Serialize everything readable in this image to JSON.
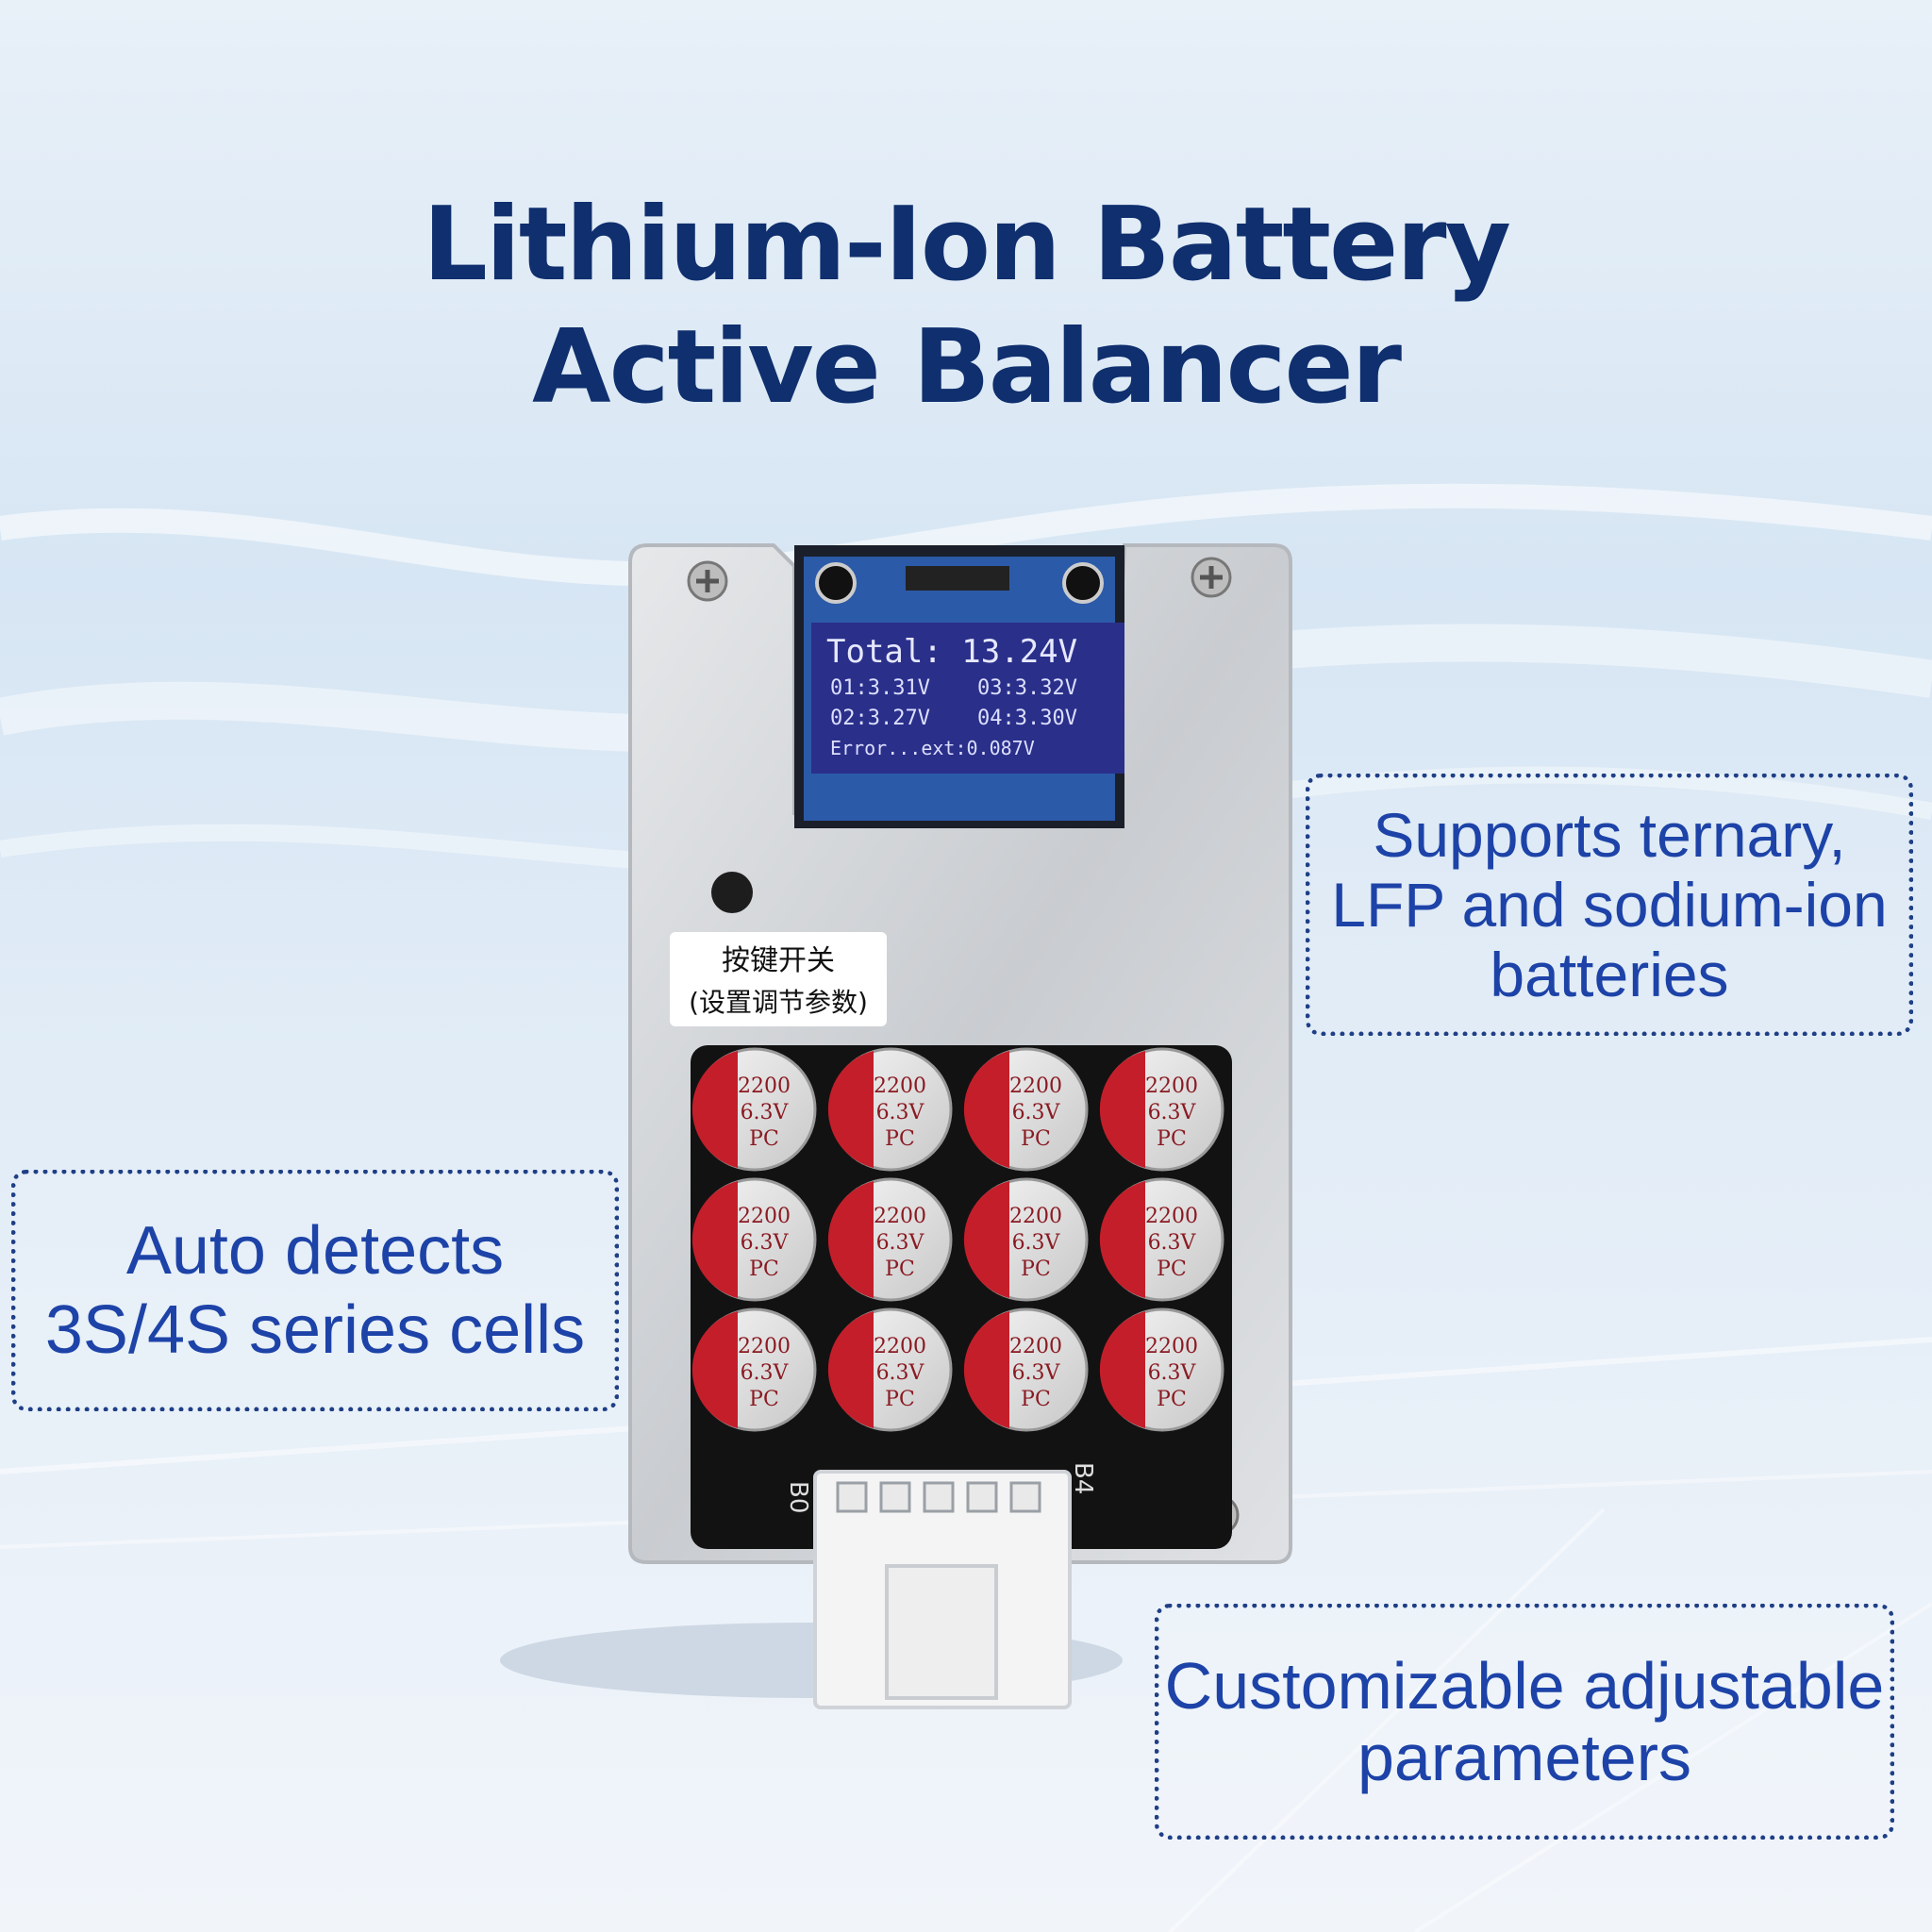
{
  "title": {
    "line1": "Lithium-Ion Battery",
    "line2": "Active Balancer"
  },
  "callouts": {
    "chemistry": [
      "Supports ternary,",
      "LFP and sodium-ion",
      "batteries"
    ],
    "detection": [
      "Auto detects",
      "3S/4S series cells"
    ],
    "parameters": [
      "Customizable adjustable",
      "parameters"
    ]
  },
  "display": {
    "total": "Total: 13.24V",
    "row1_left": "01:3.31V",
    "row1_right": "03:3.32V",
    "row2_left": "02:3.27V",
    "row2_right": "04:3.30V",
    "row3": "Error...ext:0.087V"
  },
  "device_label": {
    "line1": "按键开关",
    "line2": "(设置调节参数)"
  },
  "capacitor": {
    "value": "2200",
    "voltage": "6.3V",
    "series": "PC"
  },
  "connector_labels": {
    "left": "B0",
    "right": "B4"
  },
  "colors": {
    "title": "#0f2f6e",
    "callout_text": "#1d43a8",
    "callout_border": "#1f3f86",
    "capacitor_red": "#c41e2a",
    "display_bg": "#2a2f8a"
  }
}
